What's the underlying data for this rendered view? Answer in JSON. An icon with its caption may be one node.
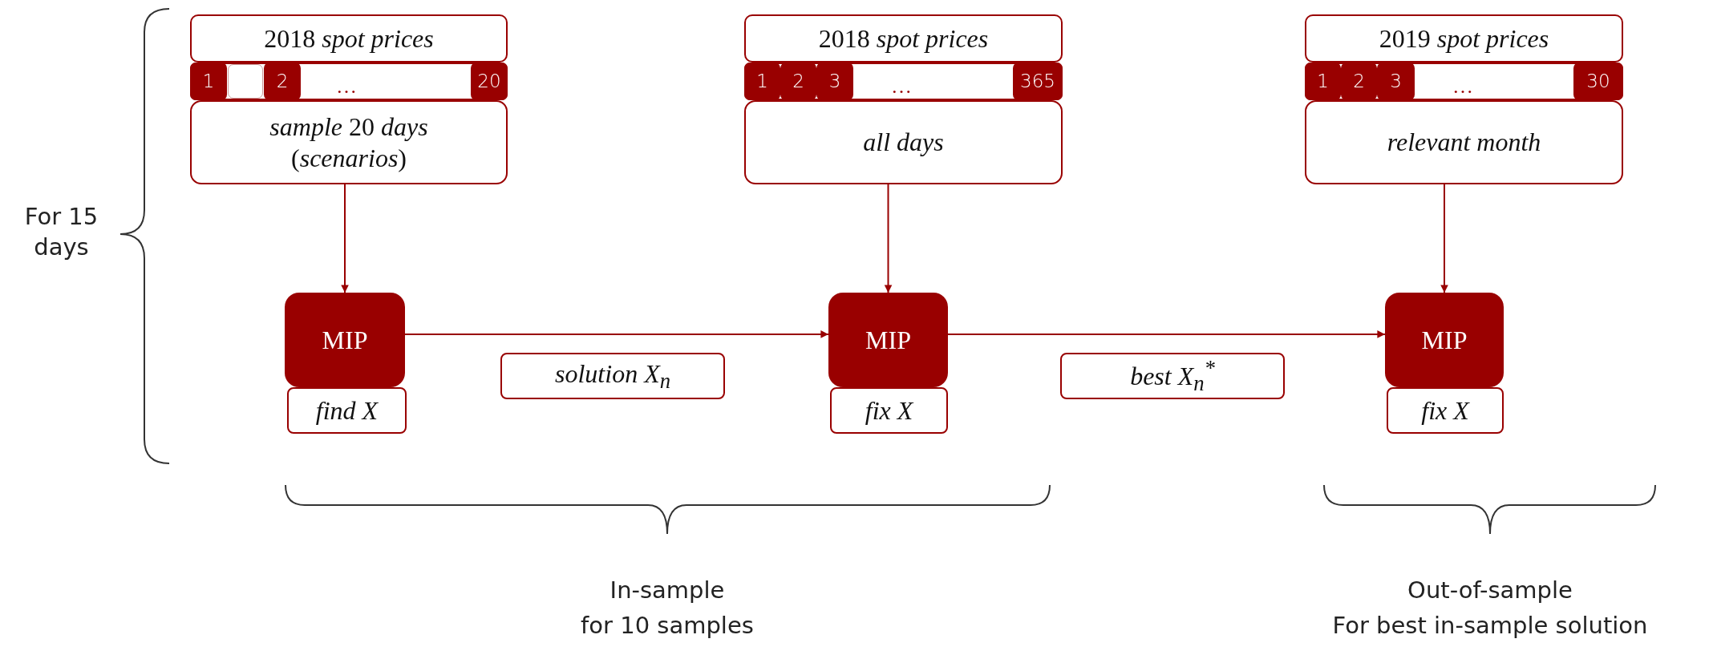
{
  "diagram": {
    "nodes": [
      {
        "text": [
          "2018 *spot prices*"
        ]
      },
      {
        "text": [
          "…"
        ]
      },
      {
        "text": [
          "1"
        ],
        "in": 1
      },
      {
        "text": [],
        "shape": "box",
        "in": 1
      },
      {
        "text": [
          "2"
        ],
        "in": 1
      },
      {
        "text": [
          "20"
        ],
        "in": 1
      },
      {
        "text": [
          "*sample* 20 *days* (*scenarios*)"
        ]
      },
      {
        "text": [
          "2018 *spot prices*"
        ]
      },
      {
        "text": [
          "…"
        ]
      },
      {
        "text": [
          "1"
        ],
        "in": 8
      },
      {
        "text": [
          "2"
        ],
        "in": 8
      },
      {
        "text": [
          "3"
        ],
        "in": 8
      },
      {
        "text": [
          "365"
        ],
        "in": 8
      },
      {
        "text": [
          "all days"
        ]
      },
      {
        "text": [
          "2019 *spot prices*"
        ]
      },
      {
        "text": [
          "…"
        ]
      },
      {
        "text": [
          "1"
        ],
        "in": 15
      },
      {
        "text": [
          "2"
        ],
        "in": 15
      },
      {
        "text": [
          "3"
        ],
        "in": 15
      },
      {
        "text": [
          "30"
        ],
        "in": 15
      },
      {
        "text": [
          "relevant month"
        ]
      },
      {
        "text": [
          "MIP"
        ]
      },
      {
        "text": [
          "find X"
        ]
      },
      {
        "text": [
          "solution X$_{n}$"
        ]
      },
      {
        "text": [
          "MIP"
        ]
      },
      {
        "text": [
          "fix X"
        ]
      },
      {
        "text": [
          "best X$_{n}$$^{*}$"
        ]
      },
      {
        "text": [
          "MIP"
        ]
      },
      {
        "text": [
          "fix X"
        ]
      }
    ],
    "edges": [
      {
        "from": 6,
        "to": 21,
        "arrow": "to"
      },
      {
        "from": 13,
        "to": 24,
        "arrow": "to"
      },
      {
        "from": 20,
        "to": 27,
        "arrow": "to"
      },
      {
        "from": 21,
        "to": 24,
        "arrow": "to"
      },
      {
        "from": 24,
        "to": 27,
        "arrow": "to"
      }
    ],
    "labels": [
      "For 15 days",
      "In-sample",
      "for 10 samples",
      "Out-of-sample",
      "For best in-sample solution"
    ]
  }
}
